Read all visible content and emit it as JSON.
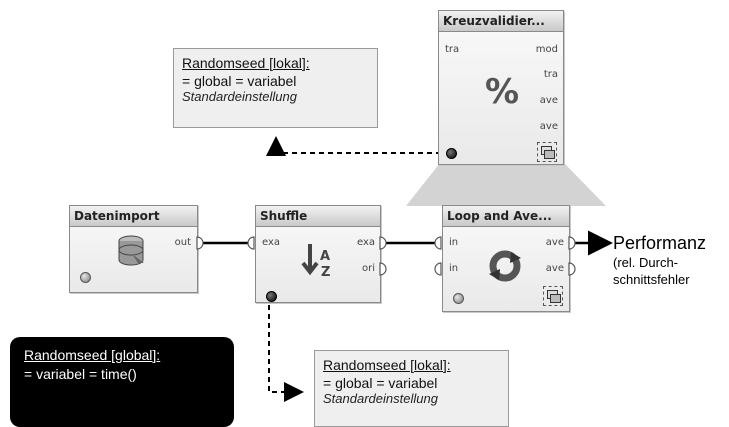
{
  "operators": {
    "kreuzvalidierung": {
      "title": "Kreuzvalidier...",
      "ports_in": [
        "tra"
      ],
      "ports_out": [
        "mod",
        "tra",
        "ave",
        "ave"
      ]
    },
    "datenimport": {
      "title": "Datenimport",
      "ports_out": [
        "out"
      ]
    },
    "shuffle": {
      "title": "Shuffle",
      "ports_in": [
        "exa"
      ],
      "ports_out": [
        "exa",
        "ori"
      ]
    },
    "loop": {
      "title": "Loop and Ave...",
      "ports_in": [
        "in",
        "in"
      ],
      "ports_out": [
        "ave",
        "ave"
      ]
    }
  },
  "notes": {
    "local_top": {
      "heading": "Randomseed [lokal]:",
      "line": "= global = variabel",
      "sub": "Standardeinstellung"
    },
    "local_bottom": {
      "heading": "Randomseed [lokal]:",
      "line": "= global = variabel",
      "sub": "Standardeinstellung"
    },
    "global": {
      "heading": "Randomseed [global]:",
      "line": "= variabel = time()"
    }
  },
  "output": {
    "label": "Performanz",
    "sub1": "(rel. Durch-",
    "sub2": "schnittsfehler"
  },
  "icons": {
    "datenimport": "database-icon",
    "shuffle": "sort-az-icon",
    "kreuzvalidierung": "percent-icon",
    "loop": "loop-icon",
    "subprocess": "subprocess-icon"
  },
  "colors": {
    "operator_border": "#8a8a8a",
    "note_fill": "#efefef",
    "global_note_fill": "#000000",
    "wire": "#000000"
  }
}
